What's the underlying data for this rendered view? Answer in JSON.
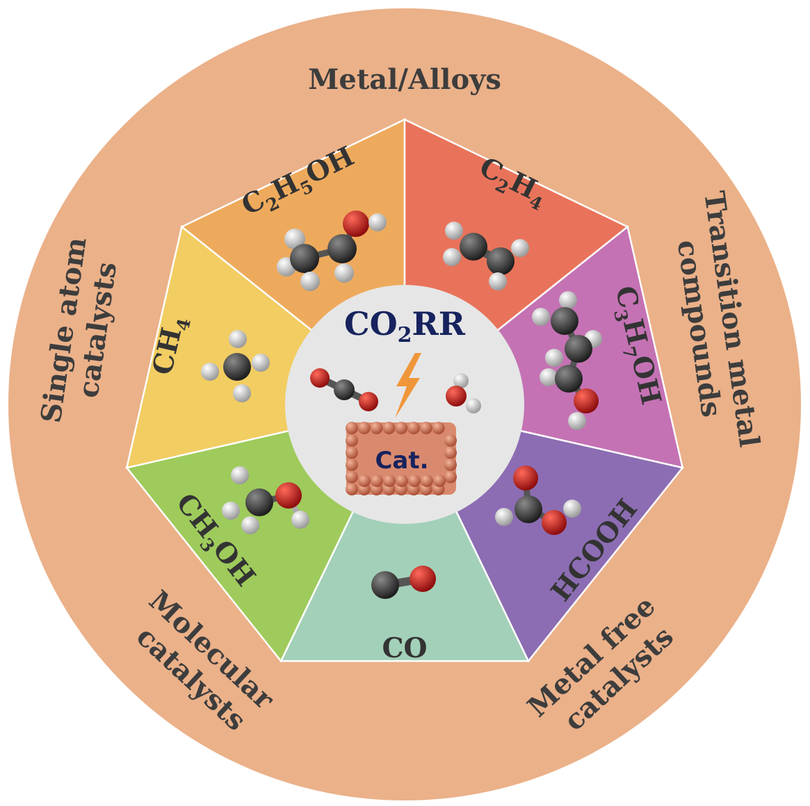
{
  "outer_labels": {
    "top": "Metal/Alloys",
    "right_line1": "Transition metal",
    "right_line2": "compounds",
    "left_line1": "Single atom",
    "left_line2": "catalysts",
    "bottom_left_line1": "Molecular",
    "bottom_left_line2": "catalysts",
    "bottom_right_line1": "Metal free",
    "bottom_right_line2": "catalysts"
  },
  "segments": [
    {
      "id": "c2h5oh",
      "parts": [
        "C",
        "2",
        "H",
        "5",
        "OH"
      ],
      "color": "#eeaa5c"
    },
    {
      "id": "c2h4",
      "parts": [
        "C",
        "2",
        "H",
        "4"
      ],
      "color": "#e9735a"
    },
    {
      "id": "c3h7oh",
      "parts": [
        "C",
        "3",
        "H",
        "7",
        "OH"
      ],
      "color": "#c472b4"
    },
    {
      "id": "hcooh",
      "parts": [
        "HCOOH"
      ],
      "color": "#8c6db3"
    },
    {
      "id": "co",
      "parts": [
        "CO"
      ],
      "color": "#a3d0b8"
    },
    {
      "id": "ch3oh",
      "parts": [
        "CH",
        "3",
        "OH"
      ],
      "color": "#9ecb5b"
    },
    {
      "id": "ch4",
      "parts": [
        "CH",
        "4"
      ],
      "color": "#f2cd62"
    }
  ],
  "center": {
    "title_parts": [
      "CO",
      "2",
      "RR"
    ],
    "catalyst_label": "Cat."
  },
  "colors": {
    "outer_ring": "#ebb189",
    "center_disc": "#e6e6e6",
    "center_text": "#16235e",
    "lightning": "#f0963a",
    "catalyst_block": "#d98a6e",
    "atom_carbon": "#3b3b3b",
    "atom_oxygen": "#c51f1f",
    "atom_hydrogen": "#f2f2f2"
  }
}
